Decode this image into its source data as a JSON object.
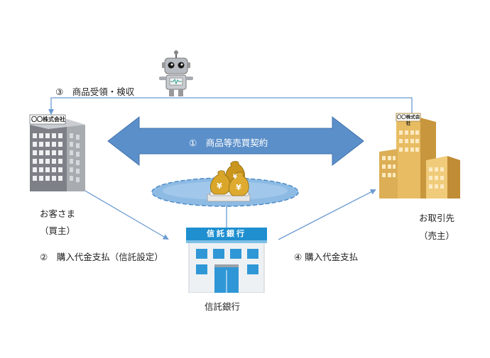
{
  "labels": {
    "step1": "①　商品等売買契約",
    "step2": "②　購入代金支払（信託設定）",
    "step3": "③　商品受領・検収",
    "step4": "④ 購入代金支払"
  },
  "customer": {
    "sign": "〇〇株式会社",
    "name": "お客さま",
    "role": "（買主）"
  },
  "partner": {
    "sign": "〇〇株式会社",
    "name": "お取引先",
    "role": "（売主）"
  },
  "bank": {
    "sign": "信託銀行",
    "name": "信託銀行"
  },
  "money_symbol": "¥",
  "colors": {
    "arrow_fill": "#5b8fc9",
    "arrow_stroke": "#3f72ad",
    "thin_line": "#6b9bd2",
    "pool_fill": "#7fb2df",
    "pool_stroke": "#4a88c5",
    "bank_sign": "#1f8fd0",
    "gray_building": "#8a8d92",
    "gold_building": "#e0b45c"
  }
}
